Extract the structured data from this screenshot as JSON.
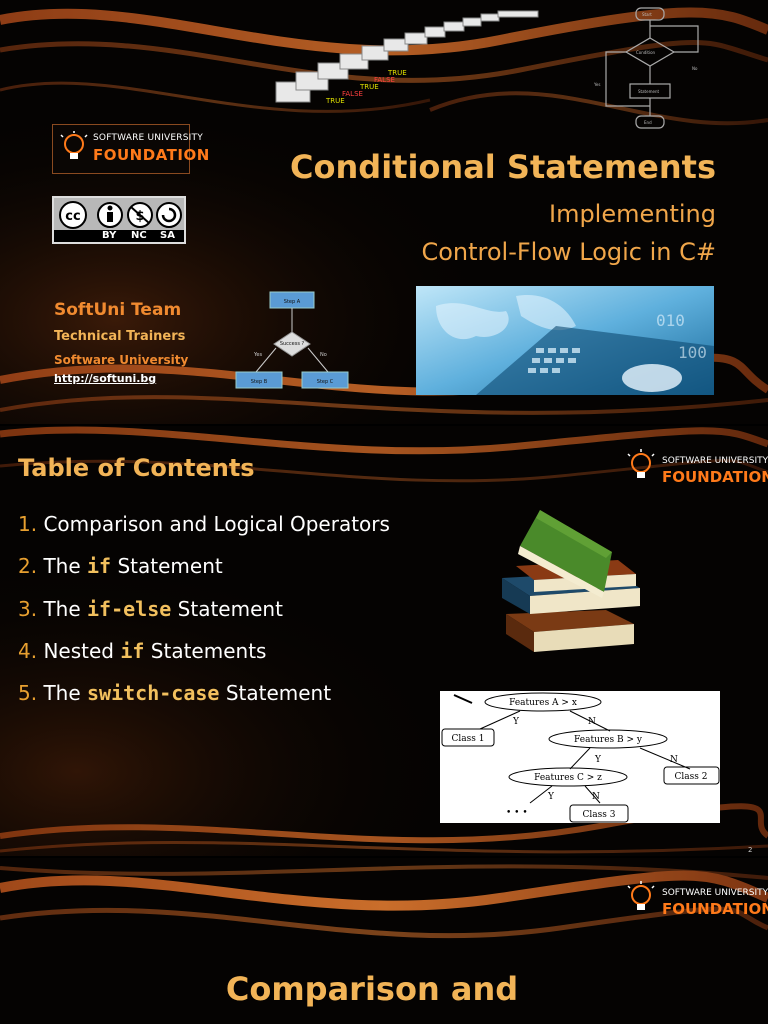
{
  "slide1": {
    "logo": {
      "top": "SOFTWARE UNIVERSITY",
      "bottom": "FOUNDATION"
    },
    "license": {
      "by": "BY",
      "nc": "NC",
      "sa": "SA",
      "badge": "cc"
    },
    "title": "Conditional Statements",
    "subtitle1": "Implementing",
    "subtitle2": "Control-Flow Logic in C#",
    "team": "SoftUni Team",
    "role": "Technical Trainers",
    "org": "Software University",
    "url": "http://softuni.bg",
    "stairs_labels": [
      "TRUE",
      "FALSE",
      "TRUE",
      "FALSE",
      "TRUE"
    ],
    "flow_small": {
      "a": "Step A",
      "cond": "Success ?",
      "yes": "Yes",
      "no": "No",
      "b": "Step B",
      "c": "Step C"
    }
  },
  "slide2": {
    "title": "Table of Contents",
    "logo": {
      "top": "SOFTWARE UNIVERSITY",
      "bottom": "FOUNDATION"
    },
    "items": [
      {
        "num": "1.",
        "pre": "Comparison and Logical Operators",
        "code": "",
        "post": ""
      },
      {
        "num": "2.",
        "pre": "The ",
        "code": "if",
        "post": " Statement"
      },
      {
        "num": "3.",
        "pre": "The ",
        "code": "if-else",
        "post": " Statement"
      },
      {
        "num": "4.",
        "pre": "Nested ",
        "code": "if",
        "post": " Statements"
      },
      {
        "num": "5.",
        "pre": "The ",
        "code": "switch-case",
        "post": " Statement"
      }
    ],
    "tree": {
      "root": "Features A > x",
      "y": "Y",
      "n": "N",
      "class1": "Class 1",
      "nodeB": "Features B > y",
      "class2": "Class 2",
      "nodeC": "Features C > z",
      "class3": "Class 3",
      "dots": "• • •"
    },
    "page": "2"
  },
  "slide3": {
    "logo": {
      "top": "SOFTWARE UNIVERSITY",
      "bottom": "FOUNDATION"
    },
    "title": "Comparison and"
  },
  "colors": {
    "accent": "#e8a030",
    "title": "#f2b457",
    "brand": "#ff7a1a",
    "bg": "#050302"
  }
}
